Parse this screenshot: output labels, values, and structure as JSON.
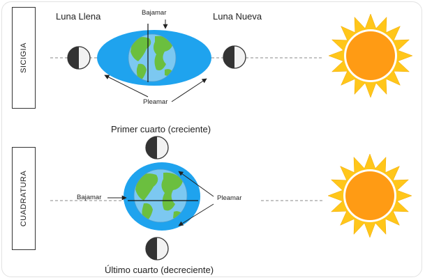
{
  "panels": {
    "syzygy": {
      "side_label": "SICIGIA",
      "full_moon": "Luna Llena",
      "new_moon": "Luna Nueva",
      "low_tide": "Bajamar",
      "high_tide": "Pleamar"
    },
    "quadrature": {
      "side_label": "CUADRATURA",
      "first_quarter": "Primer cuarto (creciente)",
      "last_quarter": "Último cuarto (decreciente)",
      "low_tide": "Bajamar",
      "high_tide": "Pleamar"
    }
  },
  "colors": {
    "ocean": "#1fa3ee",
    "earth_sea": "#7cc8f1",
    "land": "#6bbf3f",
    "sun_core": "#ff9b14",
    "sun_rays": "#ffc61a",
    "moon_dark": "#333333",
    "moon_light": "#f2f2f2"
  }
}
